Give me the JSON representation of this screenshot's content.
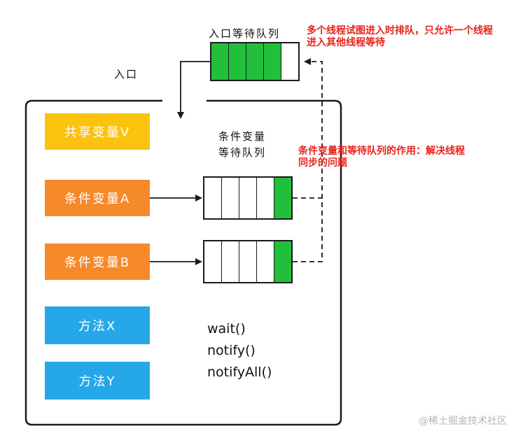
{
  "entry_queue": {
    "title": "入口等待队列",
    "cells": [
      true,
      true,
      true,
      true,
      false
    ]
  },
  "entry_label": "入口",
  "notes": {
    "queue_note": [
      "多个线程试图进入时排队，只允许一个线程",
      "进入其他线程等待"
    ],
    "condition_note": [
      "条件变量和等待队列的作用：解决线程",
      "同步的问题"
    ]
  },
  "cond_queue_title": [
    "条件变量",
    "等待队列"
  ],
  "boxes": [
    {
      "label": "共享变量V",
      "color": "#fbc30d"
    },
    {
      "label": "条件变量A",
      "color": "#f6892a"
    },
    {
      "label": "条件变量B",
      "color": "#f6892a"
    },
    {
      "label": "方法X",
      "color": "#26a7e8"
    },
    {
      "label": "方法Y",
      "color": "#26a7e8"
    }
  ],
  "queue_a": {
    "cells": [
      false,
      false,
      false,
      false,
      true
    ]
  },
  "queue_b": {
    "cells": [
      false,
      false,
      false,
      false,
      true
    ]
  },
  "methods": [
    "wait()",
    "notify()",
    "notifyAll()"
  ],
  "watermark": "@稀土掘金技术社区"
}
